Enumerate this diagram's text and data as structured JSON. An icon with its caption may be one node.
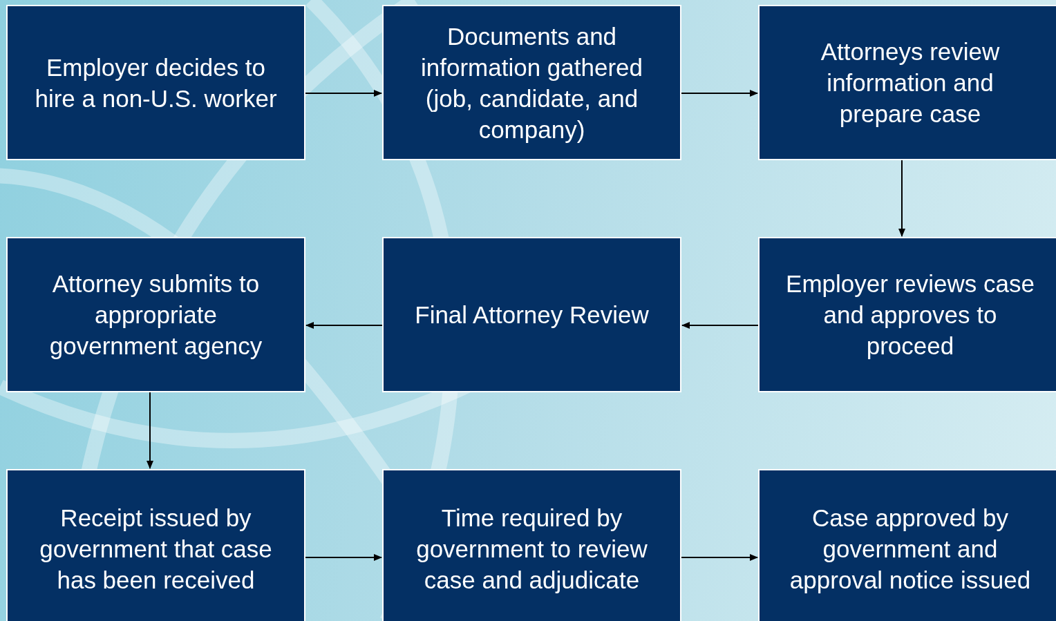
{
  "diagram": {
    "nodes": [
      {
        "text": [
          "Employer decides to hire a non-U.S. worker"
        ]
      },
      {
        "text": [
          "Documents and information gathered (job, candidate, and company)"
        ]
      },
      {
        "text": [
          "Attorneys review information and prepare case"
        ]
      },
      {
        "text": [
          "Attorney submits to appropriate government agency"
        ]
      },
      {
        "text": [
          "Final Attorney Review"
        ]
      },
      {
        "text": [
          "Employer reviews case and approves to proceed"
        ]
      },
      {
        "text": [
          "Receipt issued by government that case has been received"
        ]
      },
      {
        "text": [
          "Time required by government to review case and adjudicate"
        ]
      },
      {
        "text": [
          "Case approved by government and approval notice issued"
        ]
      }
    ],
    "edges": [
      {
        "from": 0,
        "to": 1,
        "arrow": "to"
      },
      {
        "from": 1,
        "to": 2,
        "arrow": "to"
      },
      {
        "from": 2,
        "to": 5,
        "arrow": "to"
      },
      {
        "from": 5,
        "to": 4,
        "arrow": "to"
      },
      {
        "from": 4,
        "to": 3,
        "arrow": "to"
      },
      {
        "from": 3,
        "to": 6,
        "arrow": "to"
      },
      {
        "from": 6,
        "to": 7,
        "arrow": "to"
      },
      {
        "from": 7,
        "to": 8,
        "arrow": "to"
      }
    ]
  }
}
